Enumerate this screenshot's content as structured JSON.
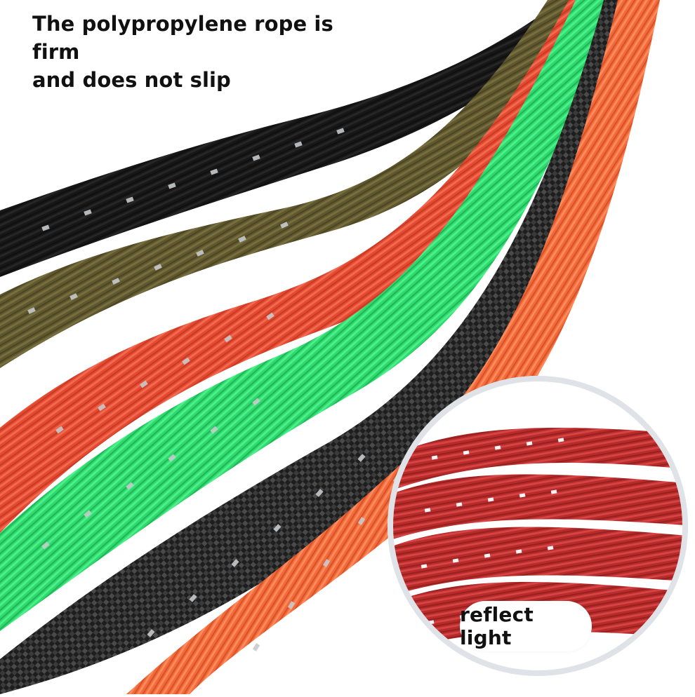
{
  "headline": {
    "line1": "The polypropylene rope is firm",
    "line2": "and does not slip"
  },
  "callout": {
    "label": "reflect light"
  },
  "colors": {
    "background": "#ffffff",
    "rope_black": "#1a1a1a",
    "rope_olive": "#6b6234",
    "rope_red_orange": "#e94f35",
    "rope_green": "#38e27a",
    "rope_black_gray": "#2a2a2a",
    "rope_orange": "#f06a3a",
    "reflective_dash": "#bfc3c6",
    "zoom_red": "#b51f1f"
  }
}
